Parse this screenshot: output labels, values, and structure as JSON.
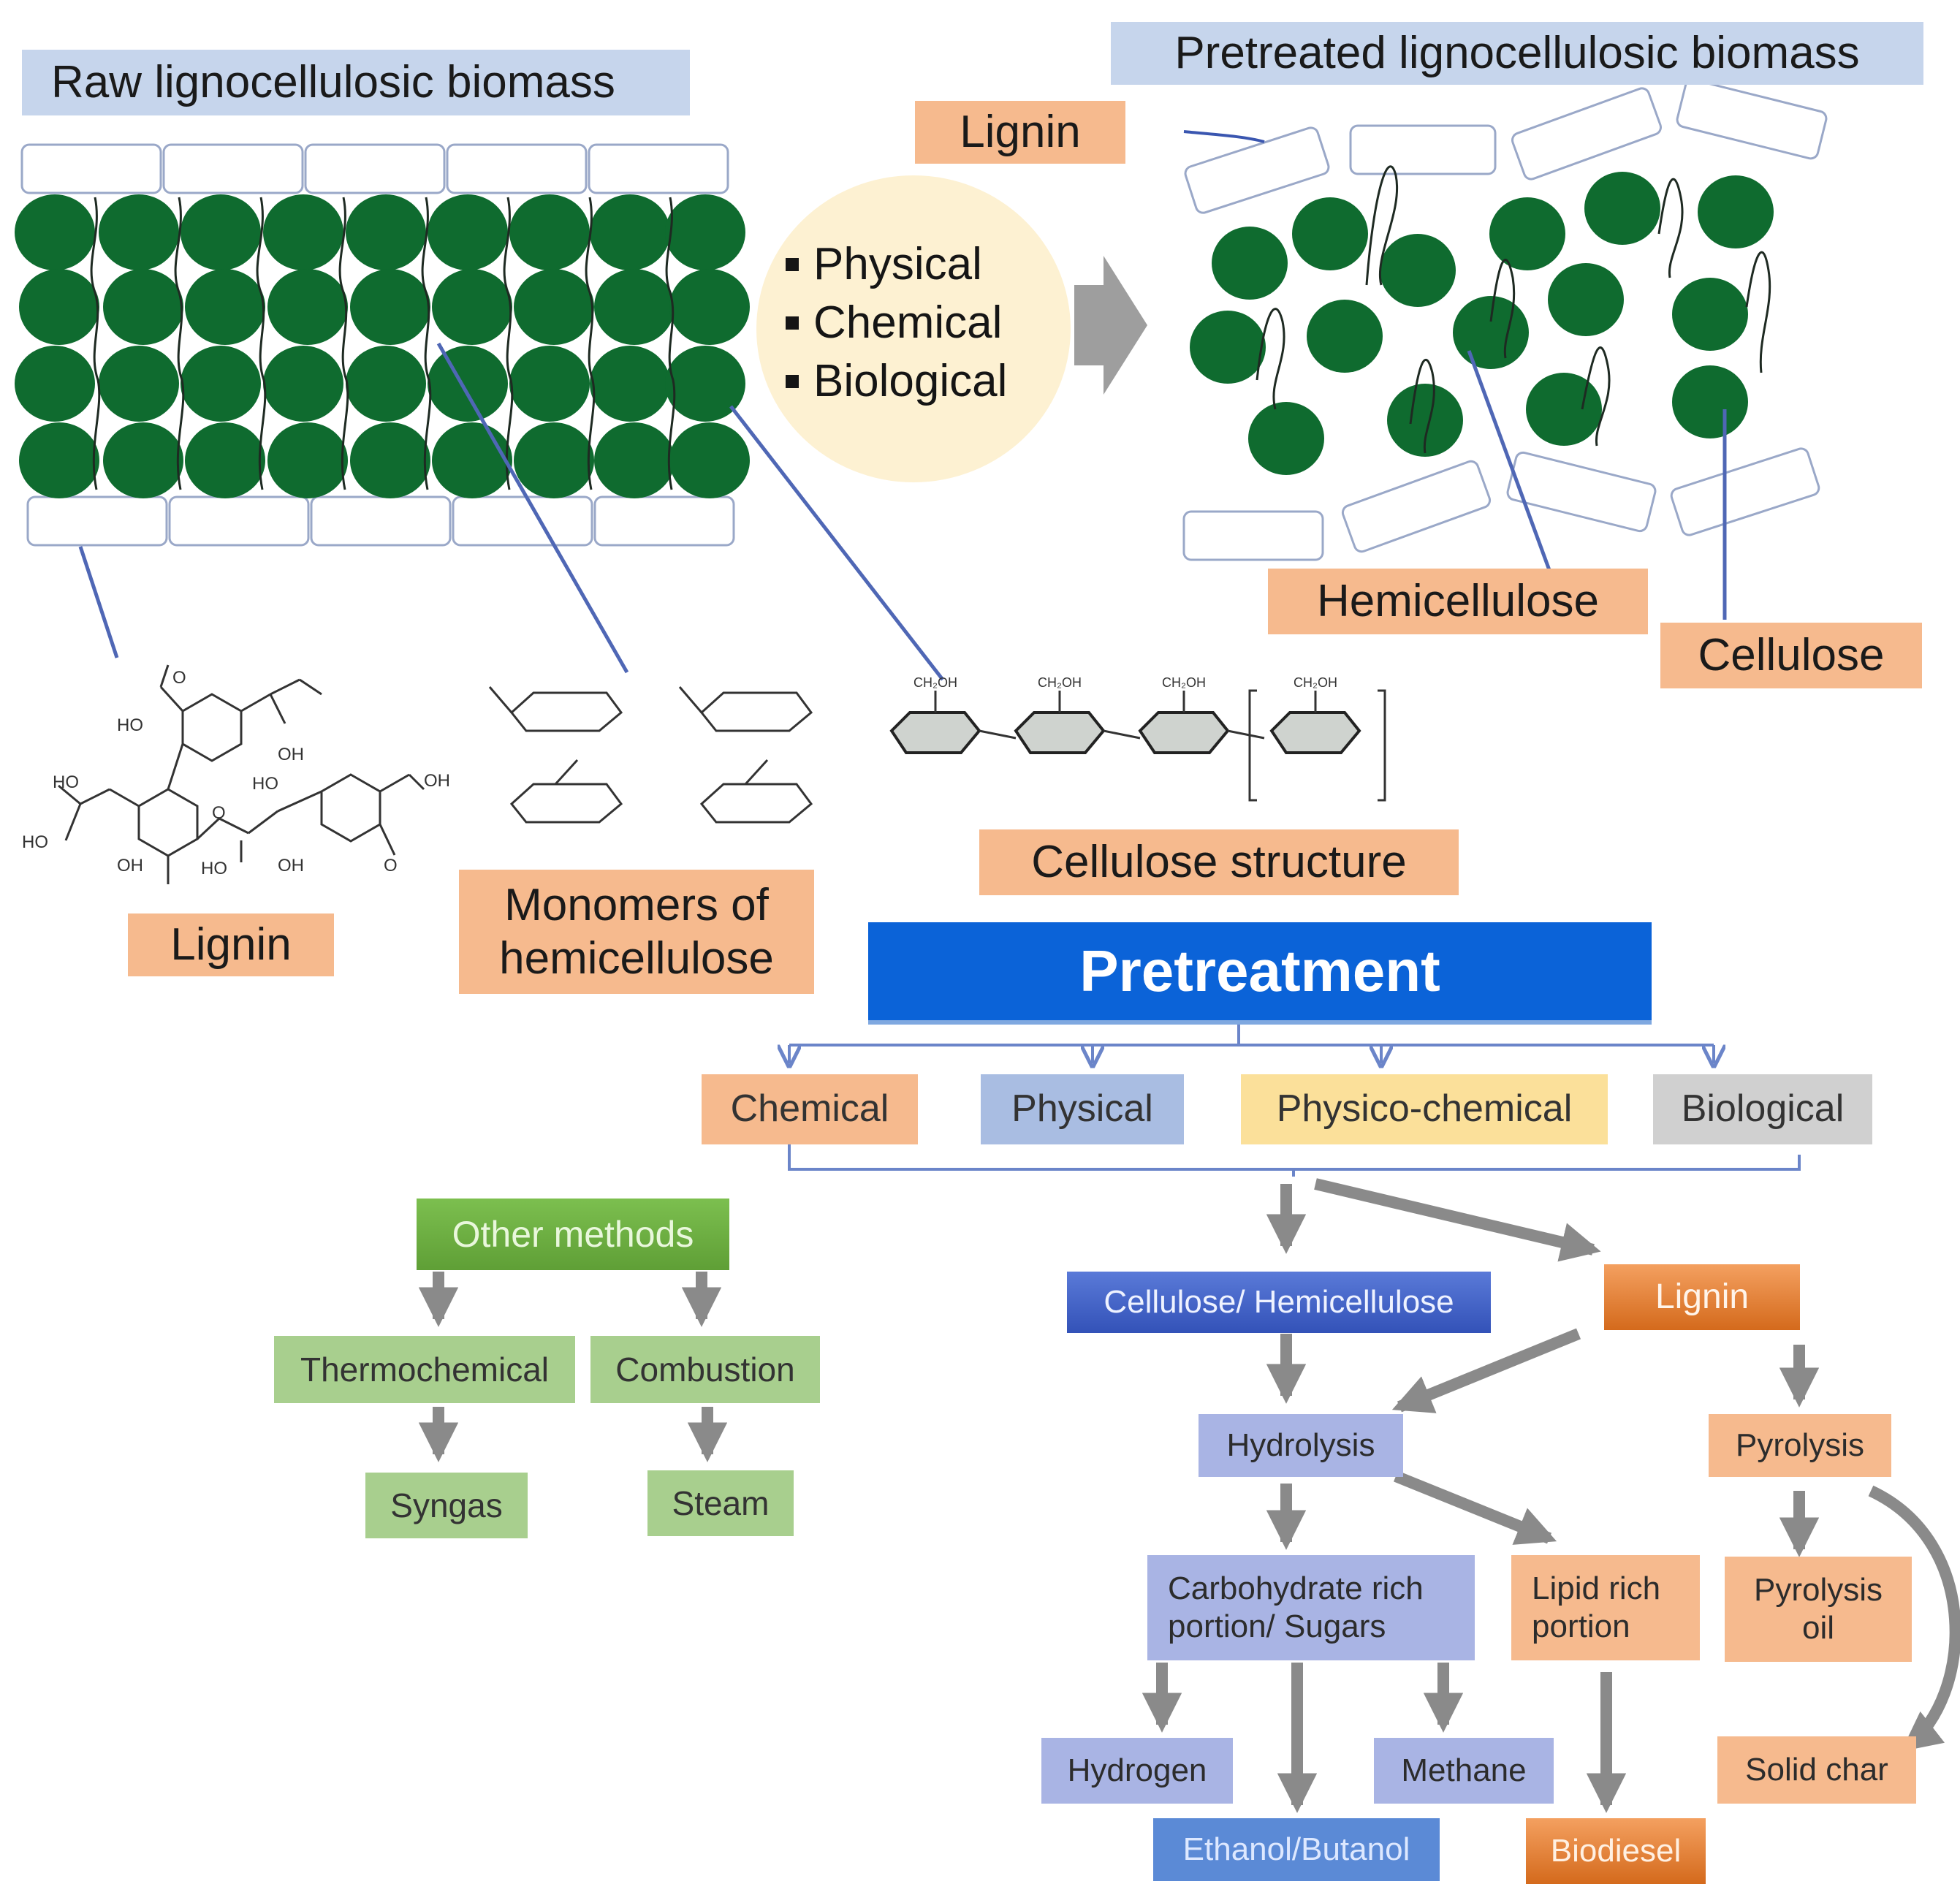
{
  "top": {
    "raw_title": "Raw lignocellulosic biomass",
    "pretreated_title": "Pretreated lignocellulosic biomass",
    "methods": [
      "Physical",
      "Chemical",
      "Biological"
    ],
    "lignin_top": "Lignin",
    "hemicellulose": "Hemicellulose",
    "cellulose": "Cellulose",
    "lignin_bottom": "Lignin",
    "monomers": [
      "Monomers of",
      "hemicellulose"
    ],
    "cellulose_structure": "Cellulose structure",
    "cellulose_subscripts": [
      "CH₂OH",
      "CH₂OH",
      "CH₂OH",
      "CH₂OH"
    ]
  },
  "lignin_molecule_labels": [
    "HO",
    "OH",
    "HO",
    "HO",
    "HO",
    "OH",
    "O",
    "HO",
    "OH",
    "O",
    "OH",
    "O"
  ],
  "pretreatment": {
    "title": "Pretreatment",
    "types": [
      {
        "label": "Chemical",
        "color": "#f6ba8e"
      },
      {
        "label": "Physical",
        "color": "#a9bde2"
      },
      {
        "label": "Physico-chemical",
        "color": "#fbe09a"
      },
      {
        "label": "Biological",
        "color": "#d0d0d0"
      }
    ]
  },
  "other": {
    "title": "Other methods",
    "thermochemical": "Thermochemical",
    "combustion": "Combustion",
    "syngas": "Syngas",
    "steam": "Steam"
  },
  "flow": {
    "cell_hemi": "Cellulose/ Hemicellulose",
    "lignin": "Lignin",
    "hydrolysis": "Hydrolysis",
    "pyrolysis": "Pyrolysis",
    "carbo": [
      "Carbohydrate rich",
      "portion/ Sugars"
    ],
    "lipid": [
      "Lipid rich",
      "portion"
    ],
    "pyro_oil": [
      "Pyrolysis",
      "oil"
    ],
    "hydrogen": "Hydrogen",
    "methane": "Methane",
    "solid_char": "Solid char",
    "ethanol": "Ethanol/Butanol",
    "biodiesel": "Biodiesel"
  },
  "colors": {
    "cellulose_green": "#0f6b2f",
    "header_blue": "#c6d5ec",
    "label_orange": "#f6ba8e",
    "pretreatment_blue": "#0b63d8",
    "green_box": "#a8cf8e",
    "green_title": "#6aae3f",
    "flow_blue": "#a9b4e4",
    "flow_dark_blue": "#3f5fc4",
    "flow_mid_blue": "#5b8ad6",
    "lignin_orange": "#e07a2e",
    "arrow_gray": "#888888"
  }
}
